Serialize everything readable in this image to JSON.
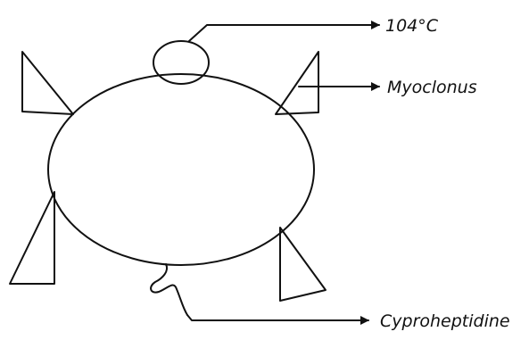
{
  "labels": {
    "temperature": "104°C",
    "symptom": "Myoclonus",
    "treatment": "Cyproheptidine"
  },
  "colors": {
    "stroke": "#111111",
    "background": "#ffffff"
  }
}
